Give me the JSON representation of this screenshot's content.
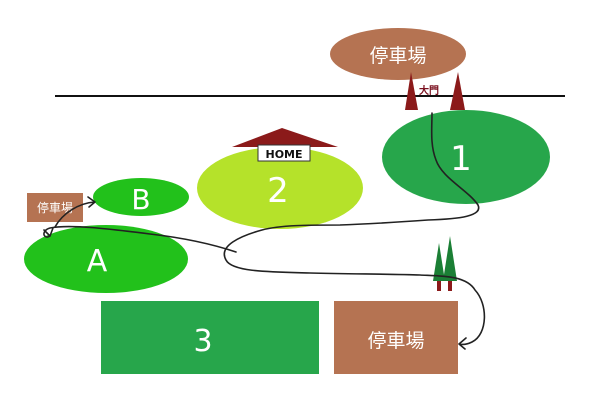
{
  "colors": {
    "parking": "#b57352",
    "bright_green": "#22c11b",
    "lime_green": "#b5e22a",
    "medium_green": "#27a64b",
    "house_roof": "#8b1a1a",
    "tree": "#1b7f35",
    "trunk": "#8b1a1a",
    "boundary_line": "#111111",
    "path": "#222222"
  },
  "parking_top": {
    "label": "停車場"
  },
  "parking_left": {
    "label": "停車場"
  },
  "parking_bottom": {
    "label": "停車場"
  },
  "gate": {
    "label": "大門"
  },
  "home": {
    "label": "HOME",
    "icon": "house-icon"
  },
  "zones": {
    "zone_1": {
      "label": "1"
    },
    "zone_2": {
      "label": "2"
    },
    "zone_3": {
      "label": "3"
    },
    "zone_a": {
      "label": "A"
    },
    "zone_b": {
      "label": "B"
    }
  },
  "trees": {
    "icon": "tree-icon"
  }
}
